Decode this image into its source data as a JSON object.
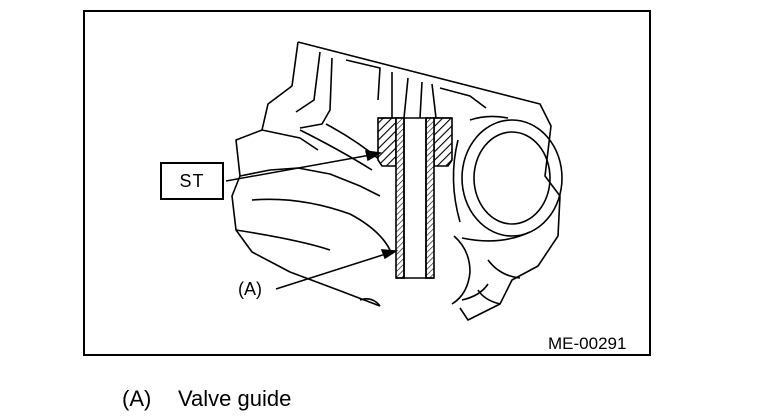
{
  "callouts": {
    "st": "ST",
    "a": "(A)"
  },
  "figure_code": "ME-00291",
  "legend": {
    "key": "(A)",
    "text": "Valve guide"
  }
}
